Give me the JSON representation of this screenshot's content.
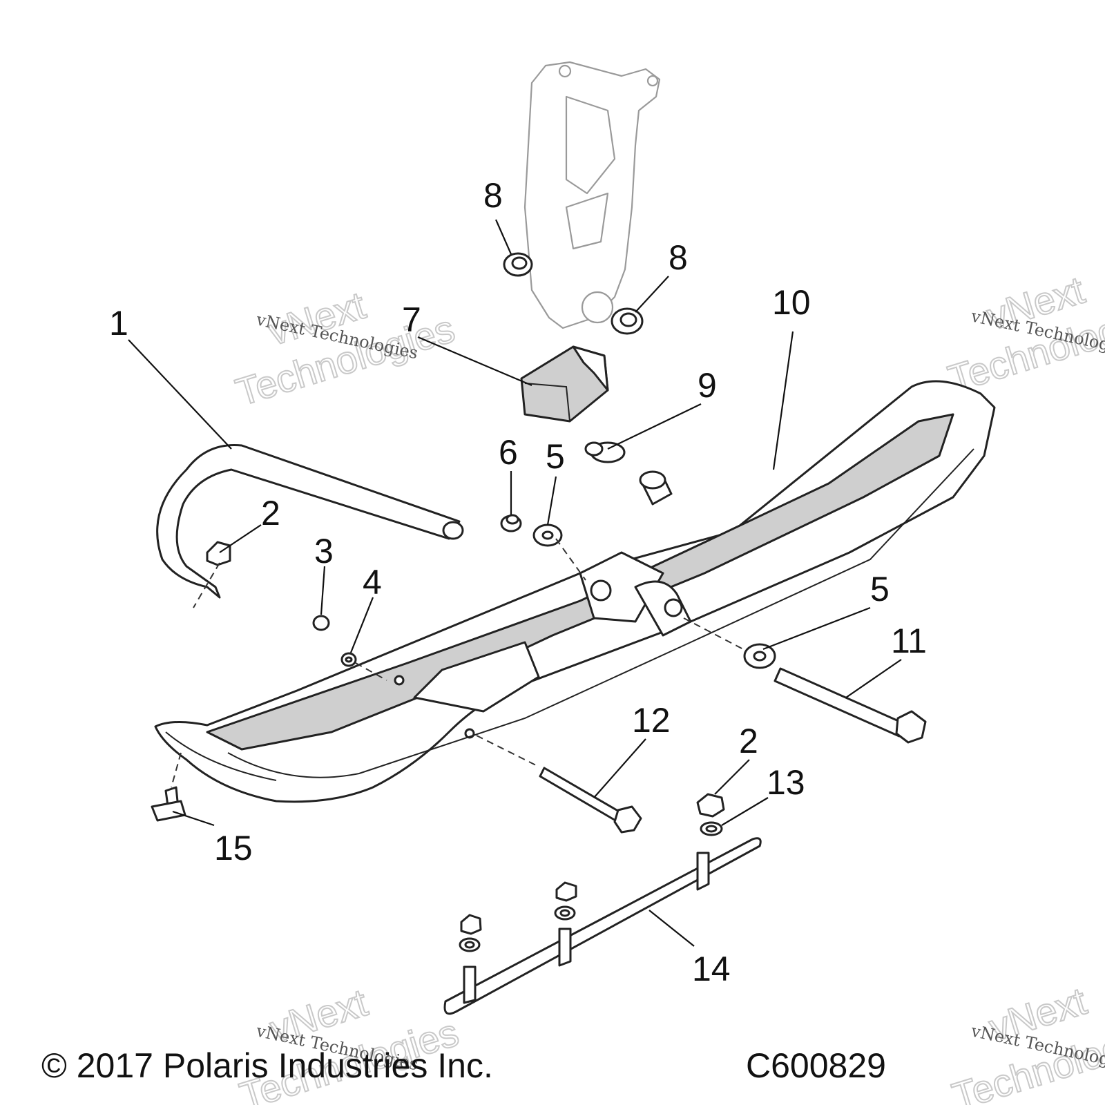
{
  "callouts": {
    "c1": "1",
    "c2a": "2",
    "c2b": "2",
    "c3": "3",
    "c4": "4",
    "c5a": "5",
    "c5b": "5",
    "c6": "6",
    "c7": "7",
    "c8a": "8",
    "c8b": "8",
    "c9": "9",
    "c10": "10",
    "c11": "11",
    "c12": "12",
    "c13": "13",
    "c14": "14",
    "c15": "15"
  },
  "footer": {
    "copyright": "© 2017 Polaris Industries Inc.",
    "diagram_id": "C600829"
  },
  "watermark": {
    "brand": "vNext Technologies",
    "big_line1": "vNext",
    "big_line2": "Technologies"
  }
}
